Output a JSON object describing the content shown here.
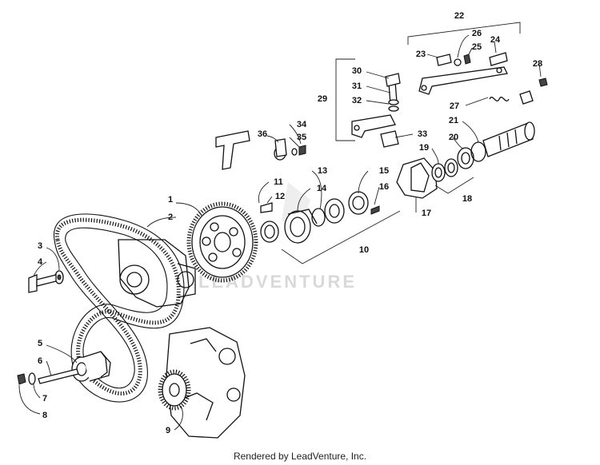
{
  "watermark": "LEADVENTURE",
  "footer": "Rendered by LeadVenture, Inc.",
  "callouts": [
    "1",
    "2",
    "3",
    "4",
    "5",
    "6",
    "7",
    "8",
    "9",
    "10",
    "11",
    "12",
    "13",
    "14",
    "15",
    "16",
    "17",
    "18",
    "19",
    "20",
    "21",
    "22",
    "23",
    "24",
    "25",
    "26",
    "27",
    "28",
    "29",
    "30",
    "31",
    "32",
    "33",
    "34",
    "35",
    "36"
  ]
}
